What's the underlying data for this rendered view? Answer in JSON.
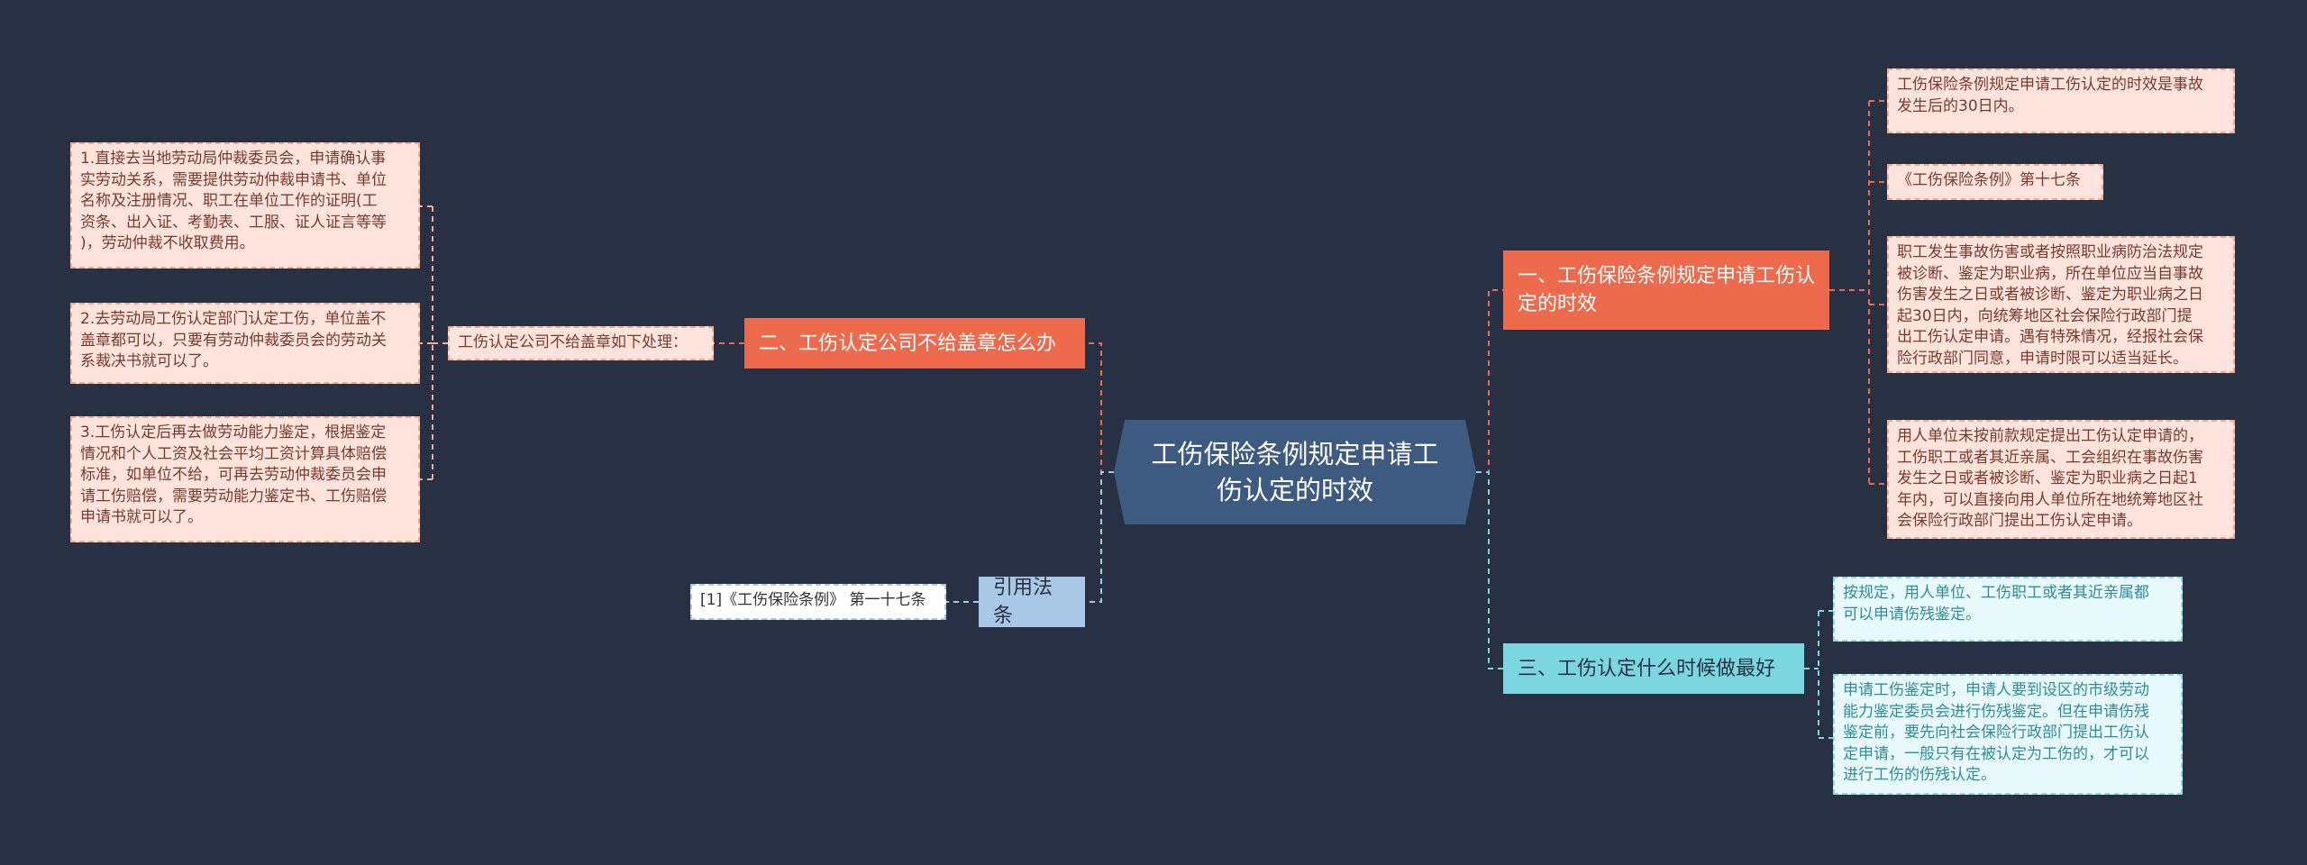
{
  "root": {
    "title": "工伤保险条例规定申请工伤认定的时效"
  },
  "branches": {
    "time_limit": {
      "label": "一、工伤保险条例规定申请工伤认定的时效",
      "items": [
        "工伤保险条例规定申请工伤认定的时效是事故\n发生后的30日内。",
        "《工伤保险条例》第十七条",
        "职工发生事故伤害或者按照职业病防治法规定\n被诊断、鉴定为职业病，所在单位应当自事故\n伤害发生之日或者被诊断、鉴定为职业病之日\n起30日内，向统筹地区社会保险行政部门提\n出工伤认定申请。遇有特殊情况，经报社会保\n险行政部门同意，申请时限可以适当延长。",
        "用人单位未按前款规定提出工伤认定申请的，\n工伤职工或者其近亲属、工会组织在事故伤害\n发生之日或者被诊断、鉴定为职业病之日起1\n年内，可以直接向用人单位所在地统筹地区社\n会保险行政部门提出工伤认定申请。"
      ]
    },
    "no_seal": {
      "label": "二、工伤认定公司不给盖章怎么办",
      "sub_label": "工伤认定公司不给盖章如下处理：",
      "items": [
        "1.直接去当地劳动局仲裁委员会，申请确认事\n实劳动关系，需要提供劳动仲裁申请书、单位\n名称及注册情况、职工在单位工作的证明(工\n资条、出入证、考勤表、工服、证人证言等等\n)，劳动仲裁不收取费用。",
        "2.去劳动局工伤认定部门认定工伤，单位盖不\n盖章都可以，只要有劳动仲裁委员会的劳动关\n系裁决书就可以了。",
        "3.工伤认定后再去做劳动能力鉴定，根据鉴定\n情况和个人工资及社会平均工资计算具体赔偿\n标准，如单位不给，可再去劳动仲裁委员会申\n请工伤赔偿，需要劳动能力鉴定书、工伤赔偿\n申请书就可以了。"
      ]
    },
    "best_time": {
      "label": "三、工伤认定什么时候做最好",
      "items": [
        "按规定，用人单位、工伤职工或者其近亲属都\n可以申请伤残鉴定。",
        "申请工伤鉴定时，申请人要到设区的市级劳动\n能力鉴定委员会进行伤残鉴定。但在申请伤残\n鉴定前，要先向社会保险行政部门提出工伤认\n定申请，一般只有在被认定为工伤的，才可以\n进行工伤的伤残认定。"
      ]
    },
    "citation": {
      "label": "引用法条",
      "items": [
        "[1]《工伤保险条例》 第一十七条"
      ]
    }
  },
  "colors": {
    "background": "#283143",
    "root": "#3d5a80",
    "orange_topic": "#ee6a4d",
    "cyan_topic": "#7ad7e0",
    "blue_topic": "#a8c8e6",
    "pink_leaf": "#fde3dc",
    "cyan_leaf": "#e8f9fb"
  }
}
